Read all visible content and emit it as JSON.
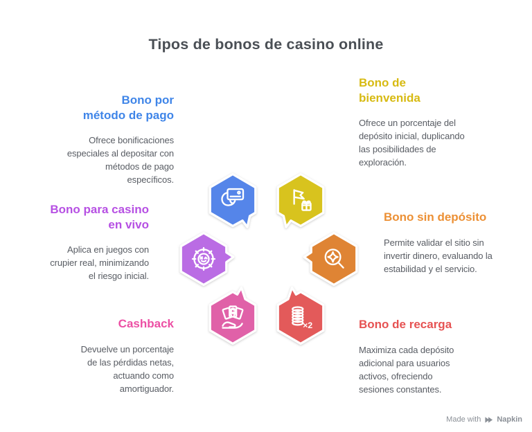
{
  "title": "Tipos de bonos de casino online",
  "sections": [
    {
      "key": "bono-metodo-pago",
      "heading": "Bono por método de pago",
      "body": "Ofrece bonificaciones especiales al depositar con métodos de pago específicos.",
      "heading_color": "#3f85e8",
      "hex_color": "#5585e9",
      "icon": "hand-card-icon"
    },
    {
      "key": "bono-bienvenida",
      "heading": "Bono de bienvenida",
      "body": "Ofrece un porcentaje del depósito inicial, duplicando las posibilidades de exploración.",
      "heading_color": "#d7ba12",
      "hex_color": "#d8c31e",
      "icon": "flag-gift-icon"
    },
    {
      "key": "bono-casino-en-vivo",
      "heading": "Bono para casino en vivo",
      "body": "Aplica en juegos con crupier real, minimizando el riesgo inicial.",
      "heading_color": "#b650e3",
      "hex_color": "#ba6ce4",
      "icon": "roulette-icon"
    },
    {
      "key": "bono-sin-deposito",
      "heading": "Bono sin depósito",
      "body": "Permite validar el sitio sin invertir dinero, evaluando la estabilidad y el servicio.",
      "heading_color": "#ec9035",
      "hex_color": "#df8434",
      "icon": "magnifier-sparkle-icon"
    },
    {
      "key": "cashback",
      "heading": "Cashback",
      "body": "Devuelve un porcentaje de las pérdidas netas, actuando como amortiguador.",
      "heading_color": "#ec4fa4",
      "hex_color": "#e061a8",
      "icon": "hand-money-icon"
    },
    {
      "key": "bono-recarga",
      "heading": "Bono de recarga",
      "body": "Maximiza cada depósito adicional para usuarios activos, ofreciendo sesiones constantes.",
      "heading_color": "#e65252",
      "hex_color": "#e35a5a",
      "icon": "coins-x2-icon",
      "icon_label": "×2"
    }
  ],
  "watermark": {
    "text": "Made with",
    "brand": "Napkin"
  },
  "colors": {
    "background": "#ffffff",
    "title_text": "#4a4f55",
    "body_text": "#585c63",
    "icon_stroke": "#ffffff",
    "watermark_text": "#8b9097"
  }
}
